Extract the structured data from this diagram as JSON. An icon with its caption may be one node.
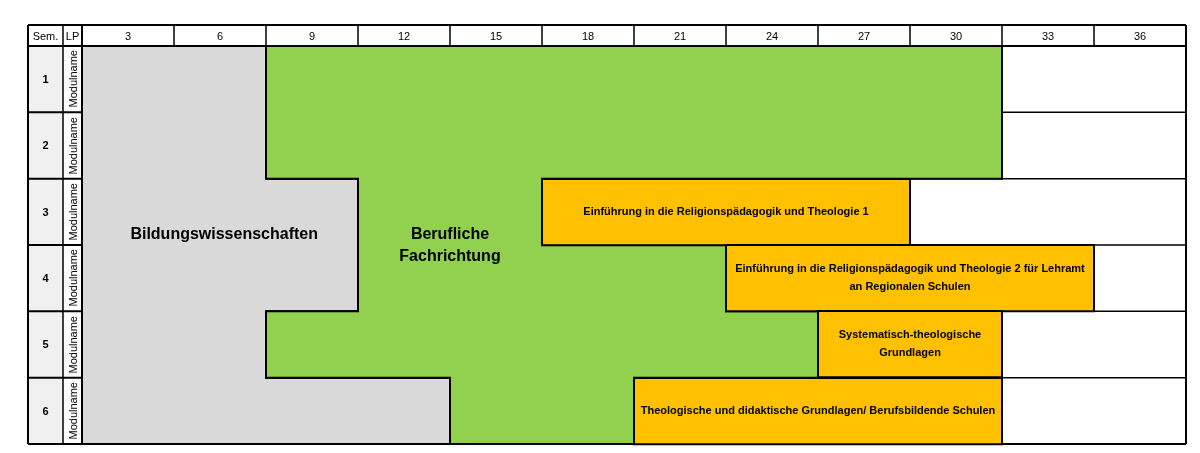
{
  "diagram": {
    "nodes": [
      {
        "text": [
          "Bildungswissenschaften"
        ]
      },
      {
        "text": [
          "Berufliche Fachrichtung"
        ]
      },
      {
        "text": [
          "Einführung in die Religionspädagogik und Theologie 1"
        ]
      },
      {
        "text": [
          "Einführung in die Religionspädagogik und Theologie 2 für Lehramt an Regionalen Schulen"
        ]
      },
      {
        "text": [
          "Systematisch-theologische Grundlagen"
        ]
      },
      {
        "text": [
          "Theologische und didaktische Grundlagen/ Berufsbildende Schulen"
        ]
      }
    ],
    "labels": [
      "Sem.",
      "LP",
      "3",
      "6",
      "9",
      "12",
      "15",
      "18",
      "21",
      "24",
      "27",
      "30",
      "33",
      "36",
      "1",
      "Modulname",
      "2",
      "Modulname",
      "3",
      "Modulname",
      "4",
      "Modulname",
      "5",
      "Modulname",
      "6",
      "Modulname"
    ]
  }
}
